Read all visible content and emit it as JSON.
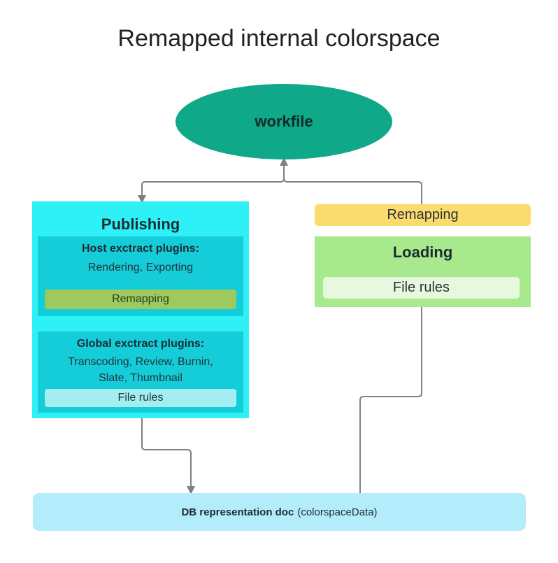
{
  "title": "Remapped internal colorspace",
  "workfile": {
    "label": "workfile"
  },
  "publishing": {
    "title": "Publishing",
    "host_box": {
      "heading": "Host exctract plugins:",
      "subtitle": "Rendering, Exporting",
      "remapping_label": "Remapping"
    },
    "global_box": {
      "heading": "Global exctract plugins:",
      "subtitle_line1": "Transcoding, Review, Burnin,",
      "subtitle_line2": "Slate, Thumbnail",
      "file_rules_label": "File rules"
    }
  },
  "remapping_top": {
    "label": "Remapping"
  },
  "loading": {
    "title": "Loading",
    "file_rules_label": "File rules"
  },
  "db": {
    "bold_label": "DB representation doc",
    "light_label": "(colorspaceData)"
  },
  "colors": {
    "workfile": "#0fa888",
    "publishing": "#2ef0f7",
    "publishing_inner": "#14cdd9",
    "remapping_green": "#9ec95d",
    "file_rules_light": "#a4eef2",
    "remapping_yellow": "#fadc6e",
    "loading": "#a9e98e",
    "db": "#b3ecfb",
    "connector": "#808080"
  }
}
